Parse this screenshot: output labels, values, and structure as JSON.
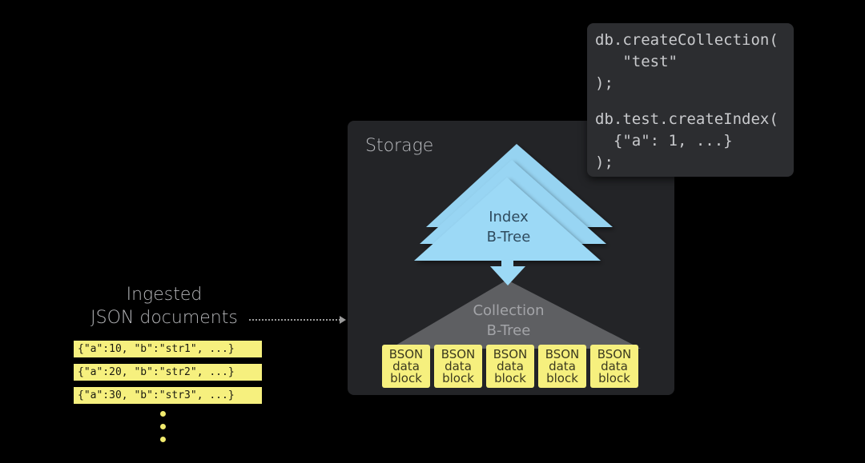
{
  "storage": {
    "title": "Storage"
  },
  "code": {
    "block1": [
      "db.createCollection(",
      "   \"test\"",
      ");"
    ],
    "block2": [
      "db.test.createIndex(",
      "  {\"a\": 1, ...}",
      ");"
    ]
  },
  "index_tree": {
    "line1": "Index",
    "line2": "B-Tree",
    "color": "#9ad8f5"
  },
  "collection_tree": {
    "line1": "Collection",
    "line2": "B-Tree"
  },
  "blocks": [
    [
      "BSON",
      "data",
      "block"
    ],
    [
      "BSON",
      "data",
      "block"
    ],
    [
      "BSON",
      "data",
      "block"
    ],
    [
      "BSON",
      "data",
      "block"
    ],
    [
      "BSON",
      "data",
      "block"
    ]
  ],
  "ingest": {
    "line1": "Ingested",
    "line2": "JSON documents",
    "documents": [
      "{\"a\":10, \"b\":\"str1\", ...}",
      "{\"a\":20, \"b\":\"str2\", ...}",
      "{\"a\":30, \"b\":\"str3\", ...}"
    ]
  },
  "colors": {
    "highlight": "#f6f07e",
    "index": "#9ad8f5",
    "panel": "#232427"
  }
}
